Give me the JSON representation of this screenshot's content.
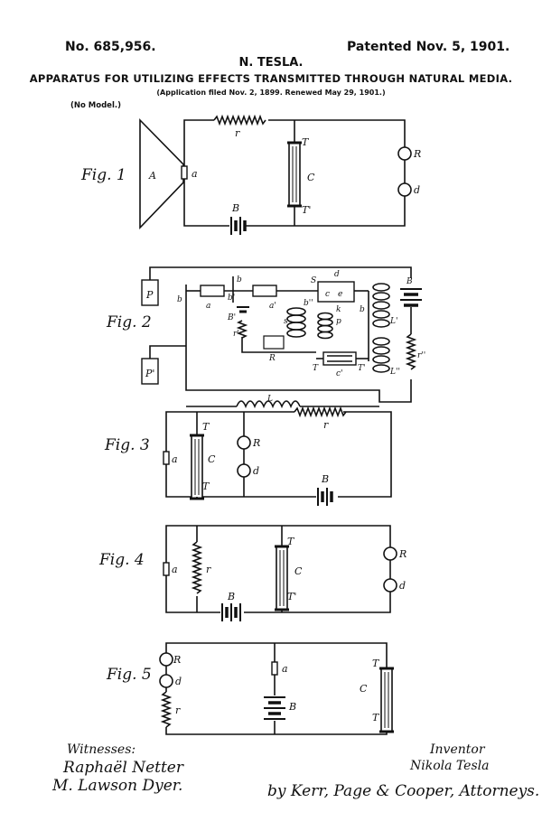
{
  "header": {
    "patent_no": "No. 685,956.",
    "patented": "Patented Nov. 5, 1901.",
    "inventor": "N. TESLA.",
    "title": "APPARATUS FOR UTILIZING EFFECTS TRANSMITTED THROUGH NATURAL MEDIA.",
    "application": "(Application filed Nov. 2, 1899. Renewed May 29, 1901.)",
    "no_model": "(No Model.)"
  },
  "figures": {
    "fig1": {
      "label": "Fig. 1",
      "A": "A",
      "a": "a",
      "r": "r",
      "T": "T",
      "C": "C",
      "T2": "T'",
      "R": "R",
      "d": "d",
      "B": "B"
    },
    "fig2": {
      "label": "Fig. 2",
      "P": "P",
      "P2": "P'",
      "b": "b",
      "b2": "b",
      "a": "a",
      "a2": "a'",
      "b3": "b'",
      "B2": "B'",
      "r2": "r'",
      "b4": "b''",
      "s": "s",
      "S": "S",
      "d": "d",
      "c": "c",
      "e": "e",
      "k": "k",
      "p": "p",
      "b5": "b",
      "B": "B",
      "L1": "L'",
      "R": "R",
      "T": "T",
      "C2": "c'",
      "T2": "T'",
      "L2": "L''",
      "r3": "r''",
      "L": "L"
    },
    "fig3": {
      "label": "Fig. 3",
      "T": "T",
      "C": "C",
      "T2": "T",
      "a": "a",
      "R": "R",
      "d": "d",
      "r": "r",
      "B": "B"
    },
    "fig4": {
      "label": "Fig. 4",
      "a": "a",
      "r": "r",
      "T": "T",
      "C": "C",
      "T2": "T'",
      "R": "R",
      "d": "d",
      "B": "B"
    },
    "fig5": {
      "label": "Fig. 5",
      "R": "R",
      "d": "d",
      "r": "r",
      "a": "a",
      "B": "B",
      "T": "T",
      "C": "C",
      "T2": "T"
    }
  },
  "signatures": {
    "witnesses_label": "Witnesses:",
    "witness1": "Raphaël Netter",
    "witness2": "M. Lawson Dyer.",
    "inventor_label": "Inventor",
    "inventor_name": "Nikola Tesla",
    "attorneys": "by Kerr, Page & Cooper, Attorneys."
  }
}
